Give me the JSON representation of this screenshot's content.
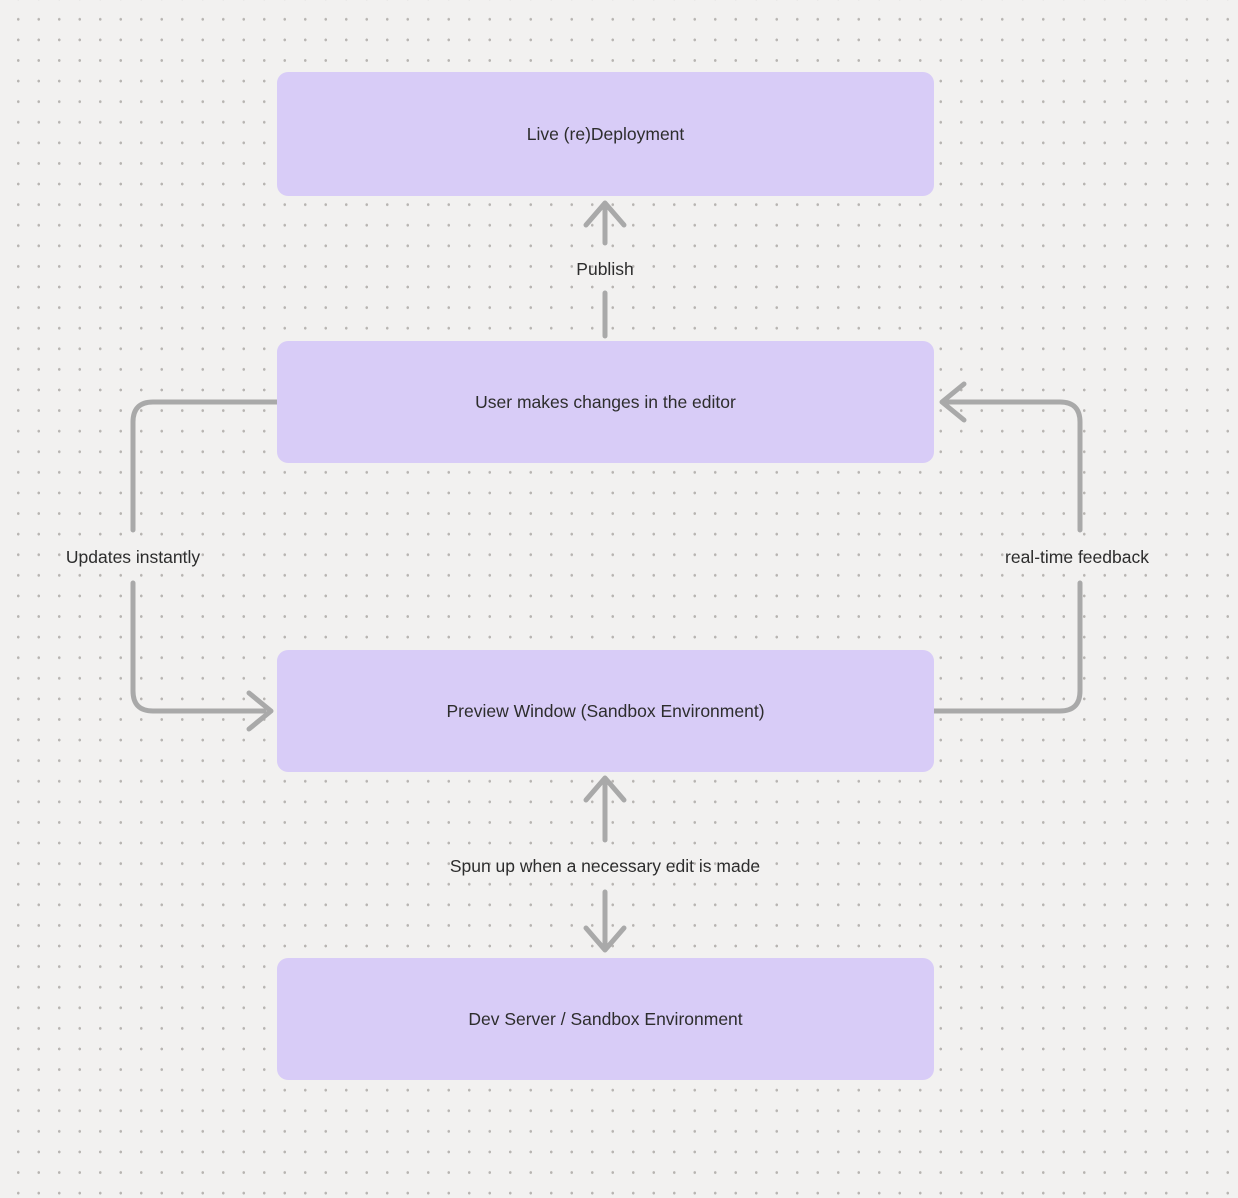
{
  "nodes": [
    {
      "id": "live-redeployment",
      "label": "Live (re)Deployment"
    },
    {
      "id": "user-editor",
      "label": "User makes changes in the editor"
    },
    {
      "id": "preview-window",
      "label": "Preview Window (Sandbox Environment)"
    },
    {
      "id": "dev-server",
      "label": "Dev Server / Sandbox Environment"
    }
  ],
  "edges": [
    {
      "id": "publish",
      "label": "Publish",
      "from": "user-editor",
      "to": "live-redeployment",
      "direction": "up"
    },
    {
      "id": "updates-instantly",
      "label": "Updates instantly",
      "from": "user-editor",
      "to": "preview-window",
      "direction": "down-left-loop"
    },
    {
      "id": "realtime-feedback",
      "label": "real-time feedback",
      "from": "preview-window",
      "to": "user-editor",
      "direction": "up-right-loop"
    },
    {
      "id": "spun-up",
      "label": "Spun up when a necessary edit is made",
      "from": "preview-window",
      "to": "dev-server",
      "direction": "both"
    }
  ],
  "colors": {
    "background": "#f2f1f0",
    "grid_dot": "#b7b4b1",
    "node_fill": "#d8ccf7",
    "node_text": "#2d2d2d",
    "arrow": "#a9a9a9"
  }
}
